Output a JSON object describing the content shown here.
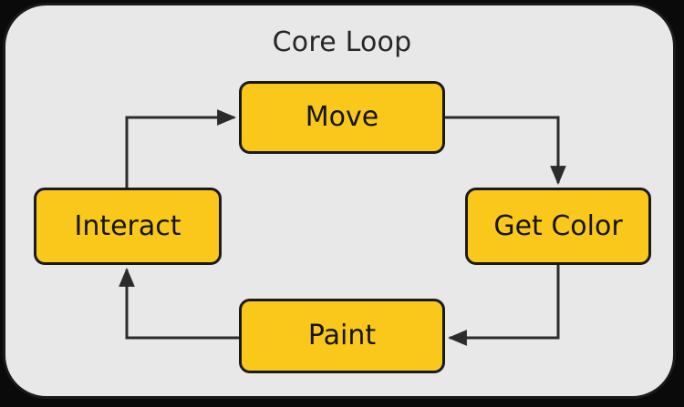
{
  "diagram": {
    "title": "Core Loop",
    "background_color": "#000000",
    "container_fill": "#e8e8e8",
    "container_border_color": "#1a1a1a",
    "node_fill": "#FAC81B",
    "node_border_color": "#1a1a1a",
    "edge_color": "#2b2b2b",
    "text_color": "#141414",
    "nodes": [
      {
        "id": "move",
        "label": "Move"
      },
      {
        "id": "getcolor",
        "label": "Get Color"
      },
      {
        "id": "paint",
        "label": "Paint"
      },
      {
        "id": "interact",
        "label": "Interact"
      }
    ],
    "edges": [
      {
        "from": "interact",
        "to": "move",
        "label": ""
      },
      {
        "from": "move",
        "to": "getcolor",
        "label": ""
      },
      {
        "from": "getcolor",
        "to": "paint",
        "label": ""
      },
      {
        "from": "paint",
        "to": "interact",
        "label": ""
      }
    ]
  }
}
